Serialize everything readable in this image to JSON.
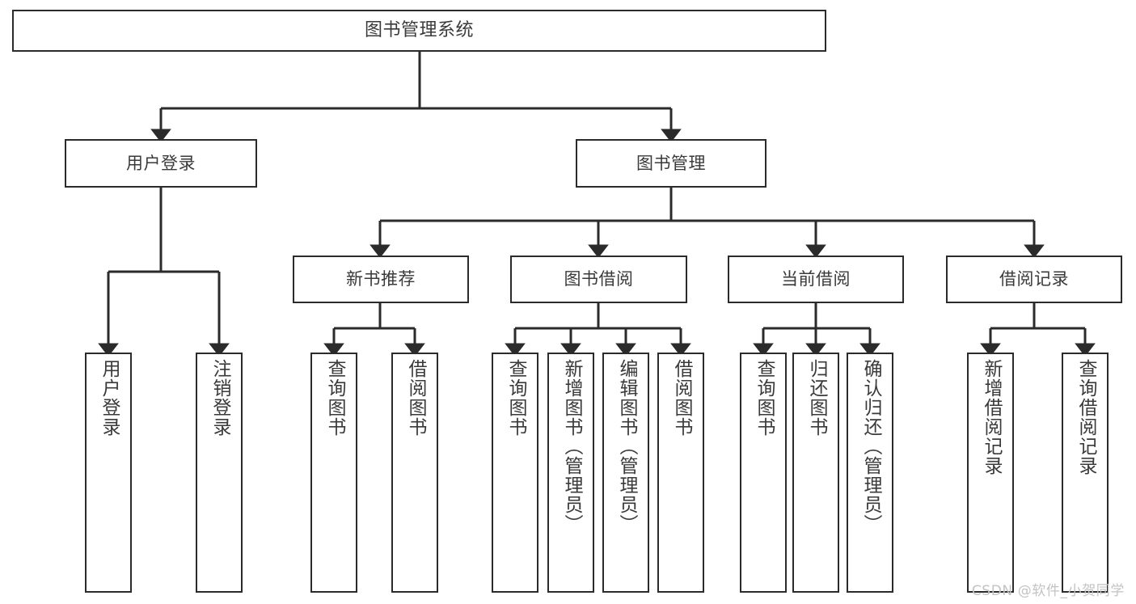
{
  "diagram": {
    "type": "tree",
    "title": "图书管理系统",
    "watermark": "CSDN @软件_小贺同学",
    "colors": {
      "box_border": "#2b2b2b",
      "box_fill": "#ffffff",
      "connector": "#2b2b2b",
      "text": "#3a3a3a",
      "watermark": "#c3c3c3",
      "background": "#ffffff"
    },
    "nodes": {
      "root": {
        "label": "图书管理系统"
      },
      "level1": [
        {
          "id": "user-login",
          "label": "用户登录"
        },
        {
          "id": "book-manage",
          "label": "图书管理"
        }
      ],
      "level2": [
        {
          "id": "new-book-recommend",
          "label": "新书推荐"
        },
        {
          "id": "book-borrow",
          "label": "图书借阅"
        },
        {
          "id": "current-borrow",
          "label": "当前借阅"
        },
        {
          "id": "borrow-record",
          "label": "借阅记录"
        }
      ],
      "leaves": {
        "user_login": [
          {
            "id": "leaf-user-login",
            "label": "用户登录"
          },
          {
            "id": "leaf-logout-login",
            "label": "注销登录"
          }
        ],
        "new_book_recommend": [
          {
            "id": "leaf-query-book-1",
            "label": "查询图书"
          },
          {
            "id": "leaf-borrow-book-1",
            "label": "借阅图书"
          }
        ],
        "book_borrow": [
          {
            "id": "leaf-query-book-2",
            "label": "查询图书"
          },
          {
            "id": "leaf-add-book",
            "label": "新增图书（管理员）"
          },
          {
            "id": "leaf-edit-book",
            "label": "编辑图书（管理员）"
          },
          {
            "id": "leaf-borrow-book-2",
            "label": "借阅图书"
          }
        ],
        "current_borrow": [
          {
            "id": "leaf-query-book-3",
            "label": "查询图书"
          },
          {
            "id": "leaf-return-book",
            "label": "归还图书"
          },
          {
            "id": "leaf-confirm-return",
            "label": "确认归还（管理员）"
          }
        ],
        "borrow_record": [
          {
            "id": "leaf-add-record",
            "label": "新增借阅记录"
          },
          {
            "id": "leaf-query-record",
            "label": "查询借阅记录"
          }
        ]
      }
    }
  }
}
